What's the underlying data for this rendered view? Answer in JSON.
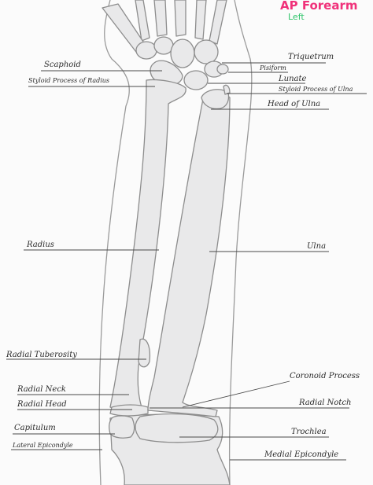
{
  "header": {
    "title": "AP Forearm",
    "subtitle": "Left"
  },
  "colors": {
    "title": "#f0317a",
    "subtitle": "#2ec46a",
    "ink": "#2b2b2b",
    "bone_fill": "#e9e9ea",
    "bone_stroke": "#8d8d8d"
  },
  "labels": {
    "scaphoid": "Scaphoid",
    "styloid_radius": "Styloid Process of Radius",
    "triquetrum": "Triquetrum",
    "pisiform": "Pisiform",
    "lunate": "Lunate",
    "styloid_ulna": "Styloid Process of Ulna",
    "head_ulna": "Head of Ulna",
    "radius": "Radius",
    "ulna": "Ulna",
    "radial_tuberosity": "Radial Tuberosity",
    "coronoid": "Coronoid Process",
    "radial_neck": "Radial Neck",
    "radial_head": "Radial Head",
    "radial_notch": "Radial Notch",
    "capitulum": "Capitulum",
    "trochlea": "Trochlea",
    "lateral_epicondyle": "Lateral Epicondyle",
    "medial_epicondyle": "Medial Epicondyle"
  }
}
